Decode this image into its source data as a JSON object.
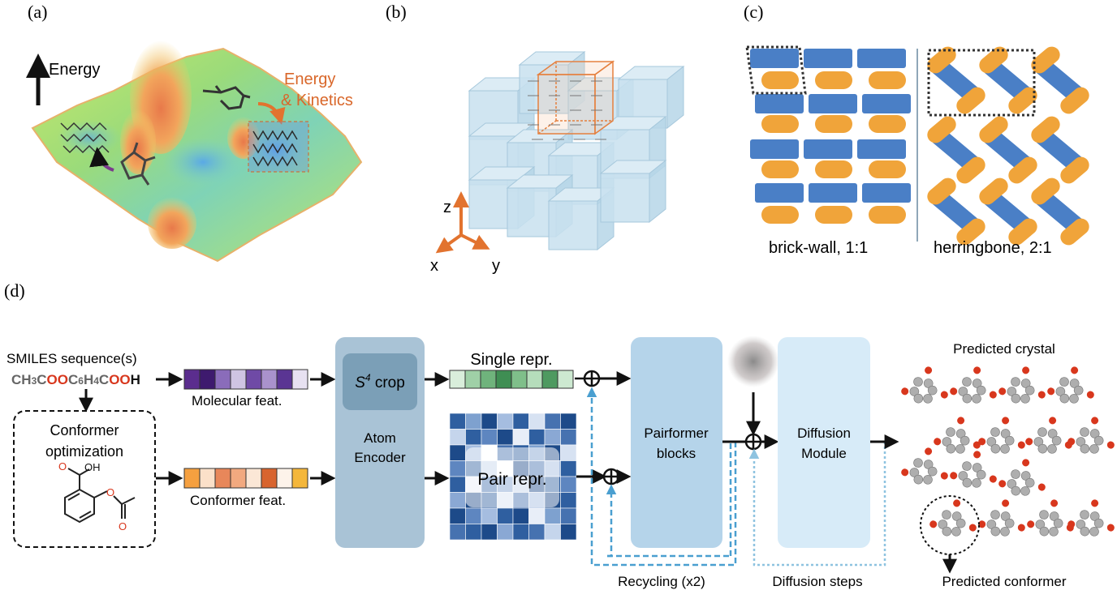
{
  "panels": {
    "a": {
      "label": "(a)",
      "energy_axis": "Energy",
      "annotation_line1": "Energy",
      "annotation_line2": "& Kinetics"
    },
    "b": {
      "label": "(b)",
      "axes": {
        "z": "z",
        "x": "x",
        "y": "y"
      }
    },
    "c": {
      "label": "(c)",
      "left_caption": "brick-wall, 1:1",
      "right_caption": "herringbone, 2:1"
    },
    "d": {
      "label": "(d)",
      "smiles_title": "SMILES sequence(s)",
      "smiles_parts": [
        "CH",
        "3",
        "C",
        "OO",
        "C",
        "6",
        "H",
        "4",
        "C",
        "OO",
        "H"
      ],
      "conformer_box_line1": "Conformer",
      "conformer_box_line2": "optimization",
      "oh_label": "OH",
      "o_label": "O",
      "molecular_feat": "Molecular feat.",
      "conformer_feat": "Conformer feat.",
      "s4_crop": "S",
      "s4_sup": "4",
      "s4_rest": " crop",
      "atom_encoder_line1": "Atom",
      "atom_encoder_line2": "Encoder",
      "single_repr": "Single repr.",
      "pair_repr": "Pair repr.",
      "pairformer_line1": "Pairformer",
      "pairformer_line2": "blocks",
      "diffusion_line1": "Diffusion",
      "diffusion_line2": "Module",
      "recycling": "Recycling (x2)",
      "diffusion_steps": "Diffusion steps",
      "predicted_crystal": "Predicted crystal",
      "predicted_conformer": "Predicted conformer"
    }
  },
  "colors": {
    "blue_rect": "#4a7fc6",
    "orange_pill": "#f0a43a",
    "atom_encoder": "#a9c3d6",
    "s4_box": "#7b9fb7",
    "pairformer": "#b5d4ea",
    "diffusion": "#d7ebf8",
    "recycling_line": "#4a9fd0",
    "diffusion_line": "#8ec3e0",
    "oxygen": "#d8371d",
    "carbon": "#aeaeae"
  },
  "feature_strips": {
    "molecular": [
      "#5b2d8e",
      "#3e1a6e",
      "#8a6cba",
      "#cfc4e3",
      "#6f4aa6",
      "#a992cc",
      "#5a3593",
      "#e7e1f1"
    ],
    "conformer": [
      "#f5a040",
      "#fbe0c9",
      "#e8875a",
      "#f2a97f",
      "#fbe7d6",
      "#d8642e",
      "#fdf3ea",
      "#f4b73b"
    ],
    "single": [
      "#d9eedb",
      "#9fd0a7",
      "#6fb37c",
      "#3f8e53",
      "#7fbf8a",
      "#b5ddbb",
      "#4e9a60",
      "#cde9d1"
    ]
  },
  "pair_matrix": [
    [
      "#2f5fa0",
      "#7ea1cf",
      "#1d4a89",
      "#a5bde0",
      "#2f5fa0",
      "#d7e2f2",
      "#4672b0",
      "#1d4a89"
    ],
    [
      "#c5d5ec",
      "#2f5fa0",
      "#5e86c0",
      "#1d4a89",
      "#e8eef8",
      "#2f5fa0",
      "#8aa8d4",
      "#4672b0"
    ],
    [
      "#1d4a89",
      "#a5bde0",
      "#ffffff",
      "#4672b0",
      "#2f5fa0",
      "#7ea1cf",
      "#1d4a89",
      "#d7e2f2"
    ],
    [
      "#5e86c0",
      "#2f5fa0",
      "#c5d5ec",
      "#ffffff",
      "#1d4a89",
      "#4672b0",
      "#a5bde0",
      "#2f5fa0"
    ],
    [
      "#2f5fa0",
      "#e8eef8",
      "#4672b0",
      "#7ea1cf",
      "#c5d5ec",
      "#1d4a89",
      "#2f5fa0",
      "#5e86c0"
    ],
    [
      "#8aa8d4",
      "#1d4a89",
      "#2f5fa0",
      "#d7e2f2",
      "#4672b0",
      "#a5bde0",
      "#1d4a89",
      "#2f5fa0"
    ],
    [
      "#1d4a89",
      "#5e86c0",
      "#a5bde0",
      "#2f5fa0",
      "#1d4a89",
      "#e8eef8",
      "#7ea1cf",
      "#4672b0"
    ],
    [
      "#4672b0",
      "#2f5fa0",
      "#1d4a89",
      "#8aa8d4",
      "#2f5fa0",
      "#4672b0",
      "#c5d5ec",
      "#1d4a89"
    ]
  ]
}
